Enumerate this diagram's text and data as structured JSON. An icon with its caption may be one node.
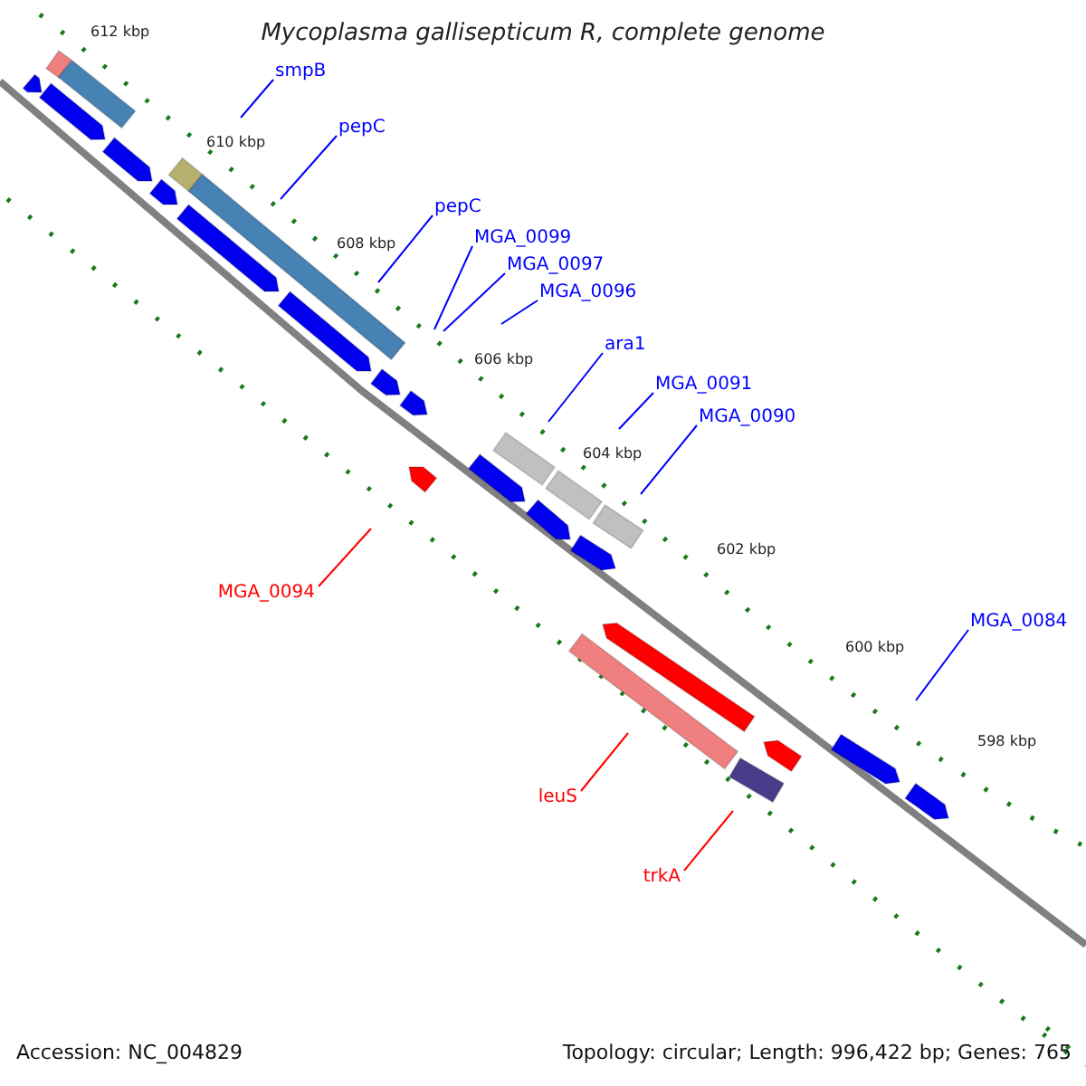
{
  "diagram": {
    "title": "Mycoplasma gallisepticum R, complete genome",
    "nodes": [
      {
        "text": [
          "smpB"
        ]
      },
      {
        "text": [
          "pepC"
        ]
      },
      {
        "text": [
          "pepC"
        ]
      },
      {
        "text": [
          "MGA_0099"
        ]
      },
      {
        "text": [
          "MGA_0097"
        ]
      },
      {
        "text": [
          "MGA_0096"
        ]
      },
      {
        "text": [
          "ara1"
        ]
      },
      {
        "text": [
          "MGA_0091"
        ]
      },
      {
        "text": [
          "MGA_0090"
        ]
      },
      {
        "text": [
          "MGA_0084"
        ]
      },
      {
        "text": [
          "MGA_0094"
        ]
      },
      {
        "text": [
          "leuS"
        ]
      },
      {
        "text": [
          "trkA"
        ]
      }
    ],
    "edges": [
      {
        "from": 0,
        "to": null,
        "arrow": "none"
      },
      {
        "from": 1,
        "to": null,
        "arrow": "none"
      },
      {
        "from": 2,
        "to": null,
        "arrow": "none"
      },
      {
        "from": 3,
        "to": null,
        "arrow": "none"
      },
      {
        "from": 4,
        "to": null,
        "arrow": "none"
      },
      {
        "from": 5,
        "to": null,
        "arrow": "none"
      },
      {
        "from": 6,
        "to": null,
        "arrow": "none"
      },
      {
        "from": 7,
        "to": null,
        "arrow": "none"
      },
      {
        "from": 8,
        "to": null,
        "arrow": "none"
      },
      {
        "from": 9,
        "to": null,
        "arrow": "none"
      },
      {
        "from": 10,
        "to": null,
        "arrow": "none",
        "color": "#ff0000"
      },
      {
        "from": 11,
        "to": null,
        "arrow": "none",
        "color": "#ff0000"
      },
      {
        "from": 12,
        "to": null,
        "arrow": "none",
        "color": "#ff0000"
      }
    ],
    "labels": [
      "612 kbp",
      "610 kbp",
      "608 kbp",
      "606 kbp",
      "604 kbp",
      "602 kbp",
      "600 kbp",
      "598 kbp",
      "Accession: NC_004829",
      "Topology: circular; Length: 996,422 bp; Genes: 765"
    ]
  }
}
